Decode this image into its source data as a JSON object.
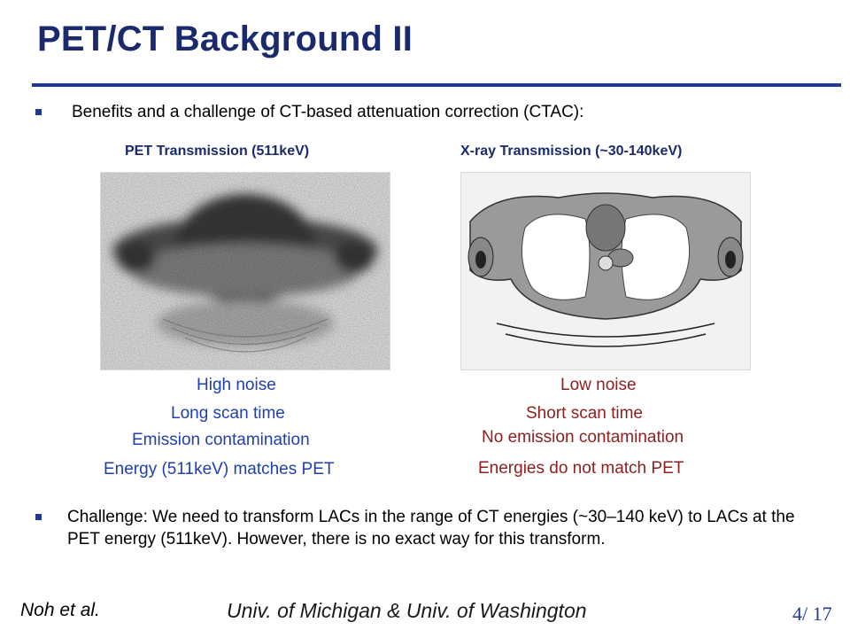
{
  "slide": {
    "title": "PET/CT Background II",
    "bullet1": "Benefits and a challenge of CT-based attenuation correction (CTAC):",
    "left_panel": {
      "title": "PET Transmission (511keV)",
      "image_label": "",
      "points": [
        "High noise",
        "Long scan time",
        "Emission contamination",
        "Energy (511keV) matches PET"
      ]
    },
    "right_panel": {
      "title": "X-ray Transmission (~30-140keV)",
      "points": [
        "Low noise",
        "Short scan time",
        "No emission contamination",
        "Energies do not match PET"
      ]
    },
    "bullet2": "Challenge: We need to transform LACs in the range of CT energies (~30–140 keV) to LACs at the PET energy (511keV). However, there is no exact way for this transform.",
    "footer": {
      "author": "Noh et al.",
      "affiliation": "Univ. of Michigan & Univ. of Washington",
      "page": "4/ 17"
    }
  },
  "colors": {
    "title": "#1a2a6c",
    "rule": "#1f3a93",
    "left_text": "#1f3fb0",
    "right_text": "#8e1e1e"
  }
}
